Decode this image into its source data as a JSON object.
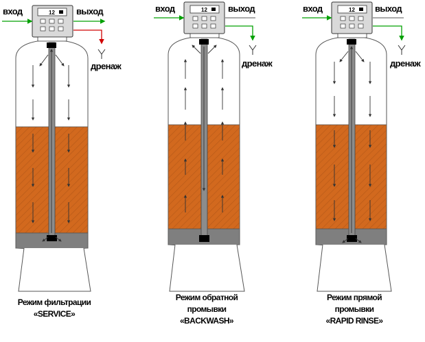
{
  "labels": {
    "inlet": "вход",
    "outlet": "выход",
    "drain": "дренаж",
    "display": "12"
  },
  "colors": {
    "media": "#d2691e",
    "hatch": "#b85a18",
    "gravel": "#7f7f7f",
    "pipe": "#8c8c8c",
    "inlet_arrow": "#00a000",
    "drain_arrow_service": "#d00000",
    "drain_arrow_active": "#00a000",
    "controller": "#d9d9d9"
  },
  "tanks": [
    {
      "mode": "service",
      "caption": [
        "Режим фильтрации",
        "«SERVICE»"
      ],
      "flow": "down",
      "outlet_active": true,
      "drain_active": false
    },
    {
      "mode": "backwash",
      "caption": [
        "Режим обратной",
        "промывки",
        "«BACKWASH»"
      ],
      "flow": "up",
      "outlet_active": false,
      "drain_active": true
    },
    {
      "mode": "rapid_rinse",
      "caption": [
        "Режим прямой",
        "промывки",
        "«RAPID RINSE»"
      ],
      "flow": "down",
      "outlet_active": false,
      "drain_active": true
    }
  ]
}
